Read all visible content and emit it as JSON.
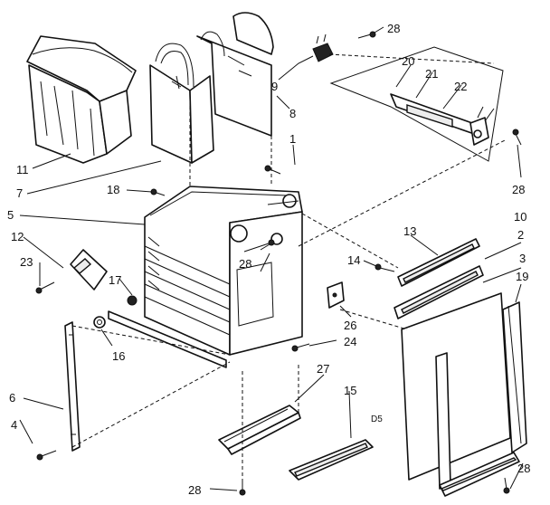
{
  "callouts": {
    "c1": "1",
    "c2": "2",
    "c3": "3",
    "c4": "4",
    "c5": "5",
    "c6": "6",
    "c7": "7",
    "c8": "8",
    "c9": "9",
    "c10": "10",
    "c11": "11",
    "c12": "12",
    "c13": "13",
    "c14": "14",
    "c15": "15",
    "c16": "16",
    "c17": "17",
    "c18": "18",
    "c19": "19",
    "c20": "20",
    "c21": "21",
    "c22": "22",
    "c23": "23",
    "c24": "24",
    "c26": "26",
    "c27": "27",
    "c28_top": "28",
    "c28_right": "28",
    "c28_mid": "28",
    "c28_bottom_left": "28",
    "c28_bottom_right": "28"
  },
  "diagram_code": "D5"
}
